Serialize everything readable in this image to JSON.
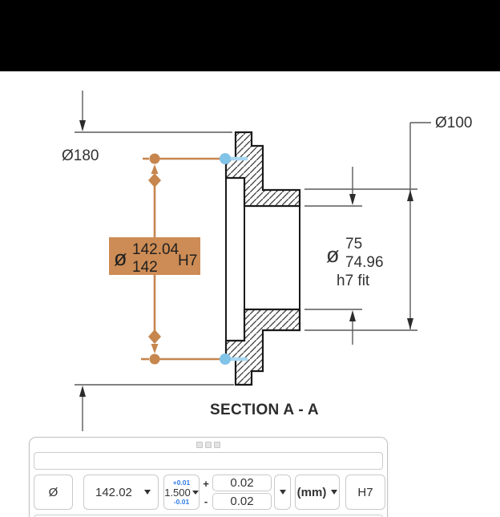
{
  "drawing": {
    "dim_dia180": "Ø180",
    "dim_dia100": "Ø100",
    "bore": {
      "prefix": "ø",
      "upper": "75",
      "lower": "74.96",
      "fit": "h7 fit"
    },
    "tol_box": {
      "prefix": "ø",
      "upper": "142.04",
      "lower": "142",
      "fit": "H7"
    },
    "section_title": "SECTION A - A",
    "colors": {
      "accent_orange": "#c6864e",
      "box_fill": "#cd8c55",
      "handle_blue": "#82c3e8",
      "handle_blue_light": "#a8d7f1",
      "outline_dark": "#1a1a1a",
      "dim_gray": "#4d4d4d"
    }
  },
  "dialog": {
    "expression_value": "",
    "diameter_symbol": "Ø",
    "value": "142.02",
    "precision": {
      "upper": "+0.01",
      "main": "1.500",
      "lower": "-0.01"
    },
    "plus": "+",
    "minus": "-",
    "tol_upper": "0.02",
    "tol_lower": "0.02",
    "units": "(mm)",
    "fit_class": "H7"
  }
}
